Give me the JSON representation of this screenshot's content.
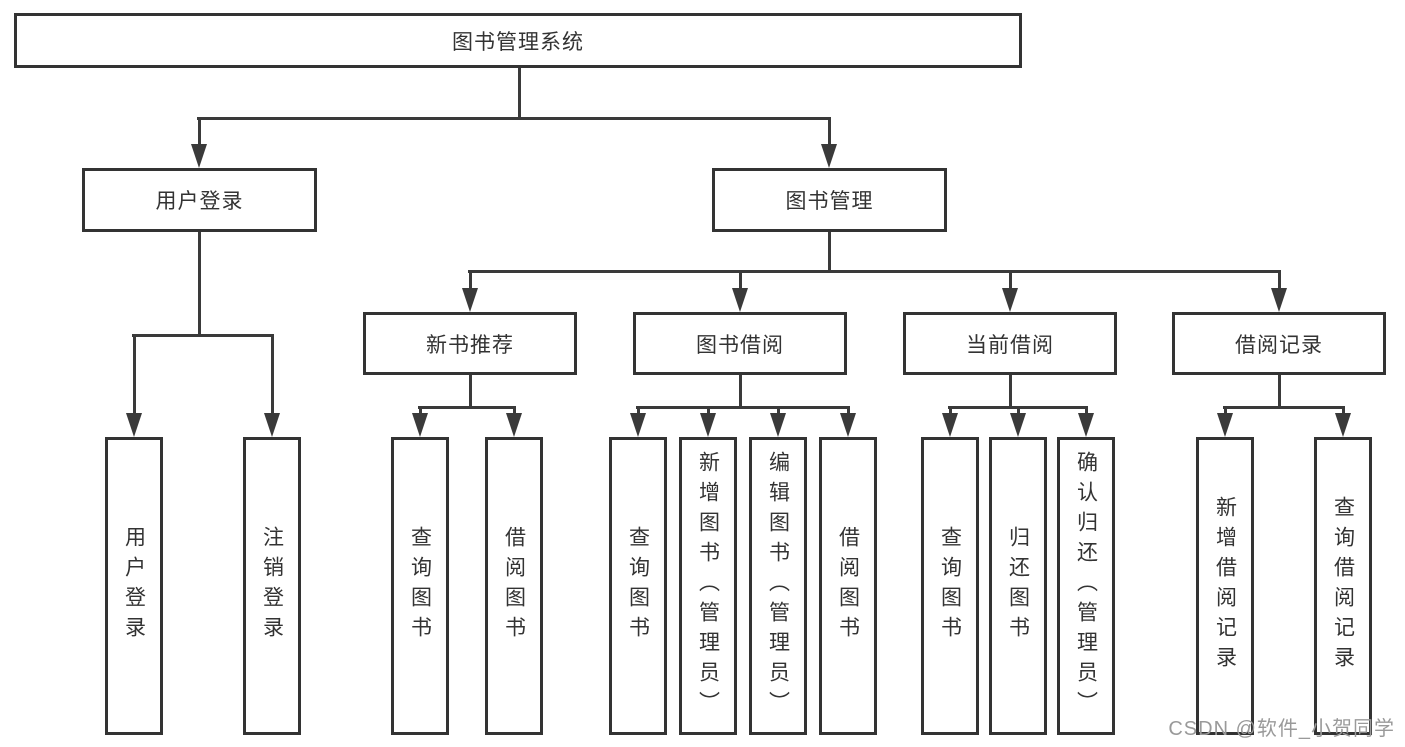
{
  "diagram": {
    "title": "图书管理系统",
    "nodes": {
      "root": "图书管理系统",
      "user_login": "用户登录",
      "book_mgmt": "图书管理",
      "login_children": [
        "用户登录",
        "注销登录"
      ],
      "mgmt_children": [
        "新书推荐",
        "图书借阅",
        "当前借阅",
        "借阅记录"
      ],
      "newbook_children": [
        "查询图书",
        "借阅图书"
      ],
      "borrow_children": [
        "查询图书",
        "新增图书（管理员）",
        "编辑图书（管理员）",
        "借阅图书"
      ],
      "current_children": [
        "查询图书",
        "归还图书",
        "确认归还（管理员）"
      ],
      "record_children": [
        "新增借阅记录",
        "查询借阅记录"
      ]
    }
  },
  "watermark": {
    "text": "CSDN @软件_小贺同学",
    "color": "#9a9a9a"
  },
  "colors": {
    "line": "#3a3a3a",
    "text": "#333333",
    "background": "#ffffff"
  }
}
